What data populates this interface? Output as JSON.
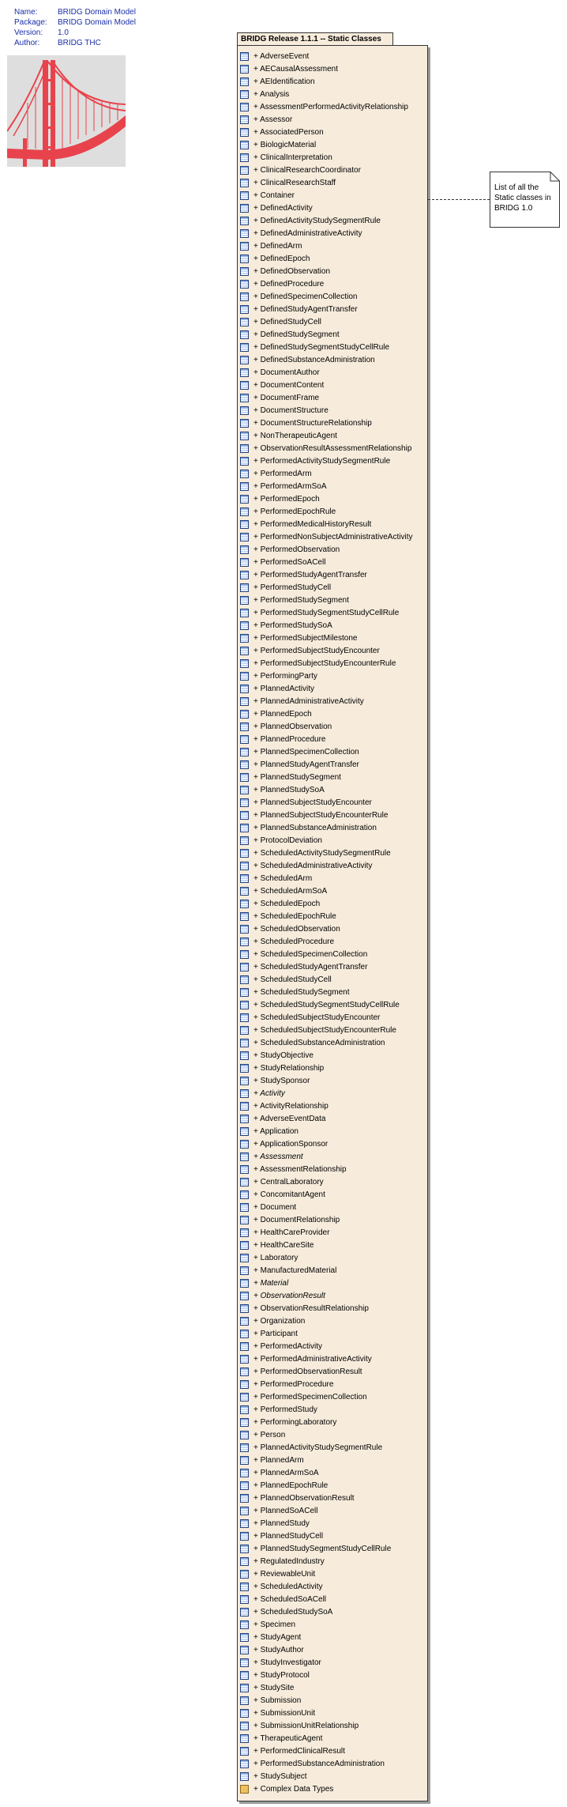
{
  "meta": {
    "rows": [
      {
        "key": "Name:",
        "value": "BRIDG Domain Model"
      },
      {
        "key": "Package:",
        "value": "BRIDG Domain Model"
      },
      {
        "key": "Version:",
        "value": "1.0"
      },
      {
        "key": "Author:",
        "value": "BRIDG THC"
      }
    ]
  },
  "package": {
    "title": "BRIDG Release 1.1.1 -- Static Classes",
    "items": [
      {
        "label": "+ AdverseEvent",
        "abstract": false
      },
      {
        "label": "+ AECausalAssessment",
        "abstract": false
      },
      {
        "label": "+ AEIdentification",
        "abstract": false
      },
      {
        "label": "+ Analysis",
        "abstract": false
      },
      {
        "label": "+ AssessmentPerformedActivityRelationship",
        "abstract": false
      },
      {
        "label": "+ Assessor",
        "abstract": false
      },
      {
        "label": "+ AssociatedPerson",
        "abstract": false
      },
      {
        "label": "+ BiologicMaterial",
        "abstract": false
      },
      {
        "label": "+ ClinicalInterpretation",
        "abstract": false
      },
      {
        "label": "+ ClinicalResearchCoordinator",
        "abstract": false
      },
      {
        "label": "+ ClinicalResearchStaff",
        "abstract": false
      },
      {
        "label": "+ Container",
        "abstract": false
      },
      {
        "label": "+ DefinedActivity",
        "abstract": false
      },
      {
        "label": "+ DefinedActivityStudySegmentRule",
        "abstract": false
      },
      {
        "label": "+ DefinedAdministrativeActivity",
        "abstract": false
      },
      {
        "label": "+ DefinedArm",
        "abstract": false
      },
      {
        "label": "+ DefinedEpoch",
        "abstract": false
      },
      {
        "label": "+ DefinedObservation",
        "abstract": false
      },
      {
        "label": "+ DefinedProcedure",
        "abstract": false
      },
      {
        "label": "+ DefinedSpecimenCollection",
        "abstract": false
      },
      {
        "label": "+ DefinedStudyAgentTransfer",
        "abstract": false
      },
      {
        "label": "+ DefinedStudyCell",
        "abstract": false
      },
      {
        "label": "+ DefinedStudySegment",
        "abstract": false
      },
      {
        "label": "+ DefinedStudySegmentStudyCellRule",
        "abstract": false
      },
      {
        "label": "+ DefinedSubstanceAdministration",
        "abstract": false
      },
      {
        "label": "+ DocumentAuthor",
        "abstract": false
      },
      {
        "label": "+ DocumentContent",
        "abstract": false
      },
      {
        "label": "+ DocumentFrame",
        "abstract": false
      },
      {
        "label": "+ DocumentStructure",
        "abstract": false
      },
      {
        "label": "+ DocumentStructureRelationship",
        "abstract": false
      },
      {
        "label": "+ NonTherapeuticAgent",
        "abstract": false
      },
      {
        "label": "+ ObservationResultAssessmentRelationship",
        "abstract": false
      },
      {
        "label": "+ PerformedActivityStudySegmentRule",
        "abstract": false
      },
      {
        "label": "+ PerformedArm",
        "abstract": false
      },
      {
        "label": "+ PerformedArmSoA",
        "abstract": false
      },
      {
        "label": "+ PerformedEpoch",
        "abstract": false
      },
      {
        "label": "+ PerformedEpochRule",
        "abstract": false
      },
      {
        "label": "+ PerformedMedicalHistoryResult",
        "abstract": false
      },
      {
        "label": "+ PerformedNonSubjectAdministrativeActivity",
        "abstract": false
      },
      {
        "label": "+ PerformedObservation",
        "abstract": false
      },
      {
        "label": "+ PerformedSoACell",
        "abstract": false
      },
      {
        "label": "+ PerformedStudyAgentTransfer",
        "abstract": false
      },
      {
        "label": "+ PerformedStudyCell",
        "abstract": false
      },
      {
        "label": "+ PerformedStudySegment",
        "abstract": false
      },
      {
        "label": "+ PerformedStudySegmentStudyCellRule",
        "abstract": false
      },
      {
        "label": "+ PerformedStudySoA",
        "abstract": false
      },
      {
        "label": "+ PerformedSubjectMilestone",
        "abstract": false
      },
      {
        "label": "+ PerformedSubjectStudyEncounter",
        "abstract": false
      },
      {
        "label": "+ PerformedSubjectStudyEncounterRule",
        "abstract": false
      },
      {
        "label": "+ PerformingParty",
        "abstract": false
      },
      {
        "label": "+ PlannedActivity",
        "abstract": false
      },
      {
        "label": "+ PlannedAdministrativeActivity",
        "abstract": false
      },
      {
        "label": "+ PlannedEpoch",
        "abstract": false
      },
      {
        "label": "+ PlannedObservation",
        "abstract": false
      },
      {
        "label": "+ PlannedProcedure",
        "abstract": false
      },
      {
        "label": "+ PlannedSpecimenCollection",
        "abstract": false
      },
      {
        "label": "+ PlannedStudyAgentTransfer",
        "abstract": false
      },
      {
        "label": "+ PlannedStudySegment",
        "abstract": false
      },
      {
        "label": "+ PlannedStudySoA",
        "abstract": false
      },
      {
        "label": "+ PlannedSubjectStudyEncounter",
        "abstract": false
      },
      {
        "label": "+ PlannedSubjectStudyEncounterRule",
        "abstract": false
      },
      {
        "label": "+ PlannedSubstanceAdministration",
        "abstract": false
      },
      {
        "label": "+ ProtocolDeviation",
        "abstract": false
      },
      {
        "label": "+ ScheduledActivityStudySegmentRule",
        "abstract": false
      },
      {
        "label": "+ ScheduledAdministrativeActivity",
        "abstract": false
      },
      {
        "label": "+ ScheduledArm",
        "abstract": false
      },
      {
        "label": "+ ScheduledArmSoA",
        "abstract": false
      },
      {
        "label": "+ ScheduledEpoch",
        "abstract": false
      },
      {
        "label": "+ ScheduledEpochRule",
        "abstract": false
      },
      {
        "label": "+ ScheduledObservation",
        "abstract": false
      },
      {
        "label": "+ ScheduledProcedure",
        "abstract": false
      },
      {
        "label": "+ ScheduledSpecimenCollection",
        "abstract": false
      },
      {
        "label": "+ ScheduledStudyAgentTransfer",
        "abstract": false
      },
      {
        "label": "+ ScheduledStudyCell",
        "abstract": false
      },
      {
        "label": "+ ScheduledStudySegment",
        "abstract": false
      },
      {
        "label": "+ ScheduledStudySegmentStudyCellRule",
        "abstract": false
      },
      {
        "label": "+ ScheduledSubjectStudyEncounter",
        "abstract": false
      },
      {
        "label": "+ ScheduledSubjectStudyEncounterRule",
        "abstract": false
      },
      {
        "label": "+ ScheduledSubstanceAdministration",
        "abstract": false
      },
      {
        "label": "+ StudyObjective",
        "abstract": false
      },
      {
        "label": "+ StudyRelationship",
        "abstract": false
      },
      {
        "label": "+ StudySponsor",
        "abstract": false
      },
      {
        "label": "+ Activity",
        "abstract": true
      },
      {
        "label": "+ ActivityRelationship",
        "abstract": false
      },
      {
        "label": "+ AdverseEventData",
        "abstract": false
      },
      {
        "label": "+ Application",
        "abstract": false
      },
      {
        "label": "+ ApplicationSponsor",
        "abstract": false
      },
      {
        "label": "+ Assessment",
        "abstract": true
      },
      {
        "label": "+ AssessmentRelationship",
        "abstract": false
      },
      {
        "label": "+ CentralLaboratory",
        "abstract": false
      },
      {
        "label": "+ ConcomitantAgent",
        "abstract": false
      },
      {
        "label": "+ Document",
        "abstract": false
      },
      {
        "label": "+ DocumentRelationship",
        "abstract": false
      },
      {
        "label": "+ HealthCareProvider",
        "abstract": false
      },
      {
        "label": "+ HealthCareSite",
        "abstract": false
      },
      {
        "label": "+ Laboratory",
        "abstract": false
      },
      {
        "label": "+ ManufacturedMaterial",
        "abstract": false
      },
      {
        "label": "+ Material",
        "abstract": true
      },
      {
        "label": "+ ObservationResult",
        "abstract": true
      },
      {
        "label": "+ ObservationResultRelationship",
        "abstract": false
      },
      {
        "label": "+ Organization",
        "abstract": false
      },
      {
        "label": "+ Participant",
        "abstract": false
      },
      {
        "label": "+ PerformedActivity",
        "abstract": false
      },
      {
        "label": "+ PerformedAdministrativeActivity",
        "abstract": false
      },
      {
        "label": "+ PerformedObservationResult",
        "abstract": false
      },
      {
        "label": "+ PerformedProcedure",
        "abstract": false
      },
      {
        "label": "+ PerformedSpecimenCollection",
        "abstract": false
      },
      {
        "label": "+ PerformedStudy",
        "abstract": false
      },
      {
        "label": "+ PerformingLaboratory",
        "abstract": false
      },
      {
        "label": "+ Person",
        "abstract": false
      },
      {
        "label": "+ PlannedActivityStudySegmentRule",
        "abstract": false
      },
      {
        "label": "+ PlannedArm",
        "abstract": false
      },
      {
        "label": "+ PlannedArmSoA",
        "abstract": false
      },
      {
        "label": "+ PlannedEpochRule",
        "abstract": false
      },
      {
        "label": "+ PlannedObservationResult",
        "abstract": false
      },
      {
        "label": "+ PlannedSoACell",
        "abstract": false
      },
      {
        "label": "+ PlannedStudy",
        "abstract": false
      },
      {
        "label": "+ PlannedStudyCell",
        "abstract": false
      },
      {
        "label": "+ PlannedStudySegmentStudyCellRule",
        "abstract": false
      },
      {
        "label": "+ RegulatedIndustry",
        "abstract": false
      },
      {
        "label": "+ ReviewableUnit",
        "abstract": false
      },
      {
        "label": "+ ScheduledActivity",
        "abstract": false
      },
      {
        "label": "+ ScheduledSoACell",
        "abstract": false
      },
      {
        "label": "+ ScheduledStudySoA",
        "abstract": false
      },
      {
        "label": "+ Specimen",
        "abstract": false
      },
      {
        "label": "+ StudyAgent",
        "abstract": false
      },
      {
        "label": "+ StudyAuthor",
        "abstract": false
      },
      {
        "label": "+ StudyInvestigator",
        "abstract": false
      },
      {
        "label": "+ StudyProtocol",
        "abstract": false
      },
      {
        "label": "+ StudySite",
        "abstract": false
      },
      {
        "label": "+ Submission",
        "abstract": false
      },
      {
        "label": "+ SubmissionUnit",
        "abstract": false
      },
      {
        "label": "+ SubmissionUnitRelationship",
        "abstract": false
      },
      {
        "label": "+ TherapeuticAgent",
        "abstract": false
      },
      {
        "label": "+ PerformedClinicalResult",
        "abstract": false
      },
      {
        "label": "+ PerformedSubstanceAdministration",
        "abstract": false
      },
      {
        "label": "+ StudySubject",
        "abstract": false
      },
      {
        "label": "+ Complex Data Types",
        "abstract": false,
        "package": true
      }
    ]
  },
  "note": {
    "text": "List of all the Static classes in BRIDG 1.0"
  },
  "icons": {
    "class_icon": "class-icon",
    "package_icon": "package-icon",
    "logo": "golden-gate-bridge-logo"
  },
  "colors": {
    "meta_text": "#1a2ea8",
    "package_fill": "#f7ecdc",
    "logo_red": "#e8434c"
  }
}
